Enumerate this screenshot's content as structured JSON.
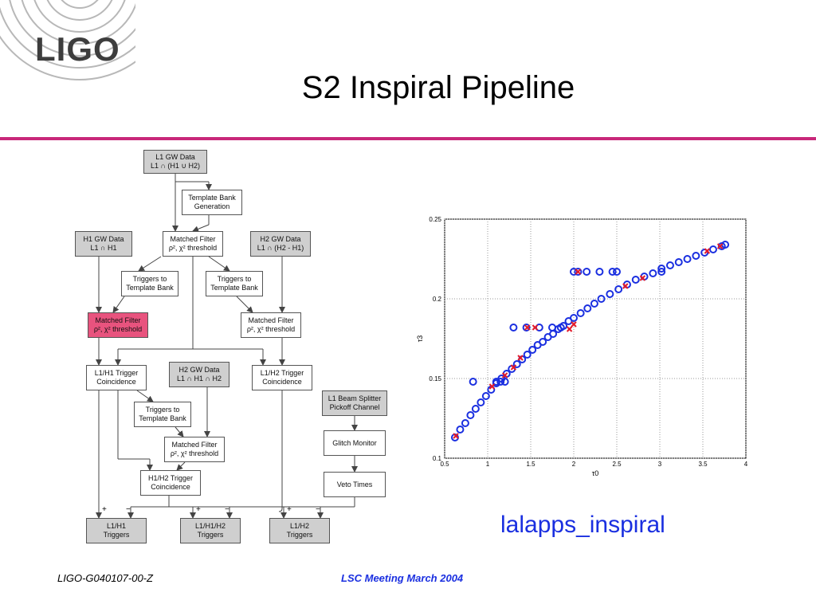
{
  "logo": {
    "text": "LIGO"
  },
  "title": "S2 Inspiral Pipeline",
  "caption": "lalapps_inspiral",
  "footer": {
    "left": "LIGO-G040107-00-Z",
    "center": "LSC Meeting March 2004"
  },
  "colors": {
    "accent_rule": "#c8287a",
    "highlight_box": "#e8537e",
    "gray_box": "#cfcfcf",
    "caption_blue": "#1a2fe0",
    "marker_blue": "#1a2fe0",
    "marker_red": "#e21a2a"
  },
  "flowchart": {
    "boxes": [
      {
        "id": "l1-gw-data",
        "style": "gray",
        "lines": [
          "L1 GW Data",
          "L1 ∩ (H1 ∪ H2)"
        ]
      },
      {
        "id": "template-bank-gen",
        "style": "white",
        "lines": [
          "Template Bank",
          "Generation"
        ]
      },
      {
        "id": "h1-gw-data",
        "style": "gray",
        "lines": [
          "H1 GW Data",
          "L1 ∩ H1"
        ]
      },
      {
        "id": "matched-filter-l1",
        "style": "white",
        "lines": [
          "Matched Filter",
          "ρ², χ² threshold"
        ]
      },
      {
        "id": "h2-gw-data",
        "style": "gray",
        "lines": [
          "H2 GW Data",
          "L1 ∩ (H2 - H1)"
        ]
      },
      {
        "id": "triggers-tb-1",
        "style": "white",
        "lines": [
          "Triggers to",
          "Template Bank"
        ]
      },
      {
        "id": "triggers-tb-2",
        "style": "white",
        "lines": [
          "Triggers to",
          "Template Bank"
        ]
      },
      {
        "id": "matched-filter-h1",
        "style": "pink",
        "lines": [
          "Matched Filter",
          "ρ², χ² threshold"
        ]
      },
      {
        "id": "matched-filter-h2",
        "style": "white",
        "lines": [
          "Matched Filter",
          "ρ², χ² threshold"
        ]
      },
      {
        "id": "l1h1-coinc",
        "style": "white",
        "lines": [
          "L1/H1 Trigger",
          "Coincidence"
        ]
      },
      {
        "id": "h2-gw-data-2",
        "style": "gray",
        "lines": [
          "H2 GW Data",
          "L1 ∩ H1 ∩ H2"
        ]
      },
      {
        "id": "l1h2-coinc",
        "style": "white",
        "lines": [
          "L1/H2 Trigger",
          "Coincidence"
        ]
      },
      {
        "id": "l1-beam-splitter",
        "style": "gray",
        "lines": [
          "L1 Beam Splitter",
          "Pickoff Channel"
        ]
      },
      {
        "id": "triggers-tb-3",
        "style": "white",
        "lines": [
          "Triggers to",
          "Template Bank"
        ]
      },
      {
        "id": "glitch-monitor",
        "style": "white",
        "lines": [
          "Glitch Monitor"
        ]
      },
      {
        "id": "matched-filter-h2b",
        "style": "white",
        "lines": [
          "Matched Filter",
          "ρ², χ² threshold"
        ]
      },
      {
        "id": "h1h2-coinc",
        "style": "white",
        "lines": [
          "H1/H2 Trigger",
          "Coincidence"
        ]
      },
      {
        "id": "veto-times",
        "style": "white",
        "lines": [
          "Veto Times"
        ]
      },
      {
        "id": "l1h1-triggers",
        "style": "gray",
        "lines": [
          "L1/H1",
          "Triggers"
        ]
      },
      {
        "id": "l1h1h2-triggers",
        "style": "gray",
        "lines": [
          "L1/H1/H2",
          "Triggers"
        ]
      },
      {
        "id": "l1h2-triggers",
        "style": "gray",
        "lines": [
          "L1/H2",
          "Triggers"
        ]
      }
    ],
    "signs": [
      "+",
      "−",
      "+",
      "−",
      "+",
      "−"
    ]
  },
  "chart_data": {
    "type": "scatter",
    "xlabel": "τ0",
    "ylabel": "τ3",
    "xlim": [
      0.5,
      4
    ],
    "ylim": [
      0.1,
      0.25
    ],
    "xticks": [
      "0.5",
      "1",
      "1.5",
      "2",
      "2.5",
      "3",
      "3.5",
      "4"
    ],
    "yticks": [
      "0.1",
      "0.15",
      "0.2",
      "0.25"
    ],
    "grid": true,
    "series": [
      {
        "marker": "circle",
        "color": "#1a2fe0",
        "x": [
          0.62,
          0.68,
          0.74,
          0.8,
          0.86,
          0.92,
          0.98,
          1.04,
          1.1,
          1.16,
          1.22,
          1.28,
          1.34,
          1.4,
          1.46,
          1.52,
          1.58,
          1.64,
          1.7,
          1.76,
          1.82,
          1.88,
          1.94,
          2.0,
          2.08,
          2.16,
          2.24,
          2.32,
          2.42,
          2.52,
          2.62,
          2.72,
          2.82,
          2.92,
          3.02,
          3.12,
          3.22,
          3.32,
          3.42,
          3.52,
          3.62,
          3.72,
          3.76,
          0.83,
          1.1,
          1.15,
          1.2,
          1.3,
          1.45,
          1.6,
          1.75,
          1.85,
          2.0,
          2.05,
          2.15,
          2.3,
          2.45,
          2.5,
          3.02
        ],
        "y": [
          0.113,
          0.118,
          0.122,
          0.127,
          0.131,
          0.135,
          0.139,
          0.143,
          0.147,
          0.15,
          0.153,
          0.156,
          0.159,
          0.162,
          0.165,
          0.168,
          0.171,
          0.173,
          0.176,
          0.178,
          0.181,
          0.183,
          0.186,
          0.188,
          0.191,
          0.194,
          0.197,
          0.2,
          0.203,
          0.206,
          0.209,
          0.212,
          0.214,
          0.216,
          0.219,
          0.221,
          0.223,
          0.225,
          0.227,
          0.229,
          0.231,
          0.233,
          0.234,
          0.148,
          0.148,
          0.148,
          0.148,
          0.182,
          0.182,
          0.182,
          0.182,
          0.182,
          0.217,
          0.217,
          0.217,
          0.217,
          0.217,
          0.217,
          0.217
        ]
      },
      {
        "marker": "x",
        "color": "#e21a2a",
        "x": [
          0.63,
          1.05,
          1.2,
          1.3,
          1.38,
          1.46,
          1.55,
          1.95,
          2.0,
          2.05,
          2.6,
          2.8,
          3.55,
          3.7
        ],
        "y": [
          0.114,
          0.145,
          0.152,
          0.157,
          0.163,
          0.182,
          0.182,
          0.181,
          0.184,
          0.217,
          0.208,
          0.213,
          0.23,
          0.233
        ]
      }
    ]
  }
}
